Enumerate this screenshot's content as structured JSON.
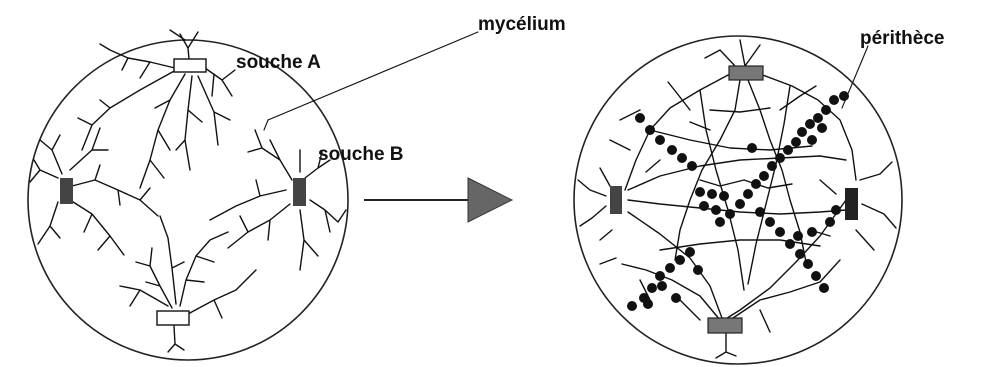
{
  "labels": {
    "mycelium": "mycélium",
    "strain_a": "souche A",
    "strain_b": "souche B",
    "perithecia": "périthèce"
  },
  "colors": {
    "ink": "#111111",
    "strain_b_patch": "#444444",
    "strain_a_box_after": "#777777",
    "arrow": "#666666"
  }
}
